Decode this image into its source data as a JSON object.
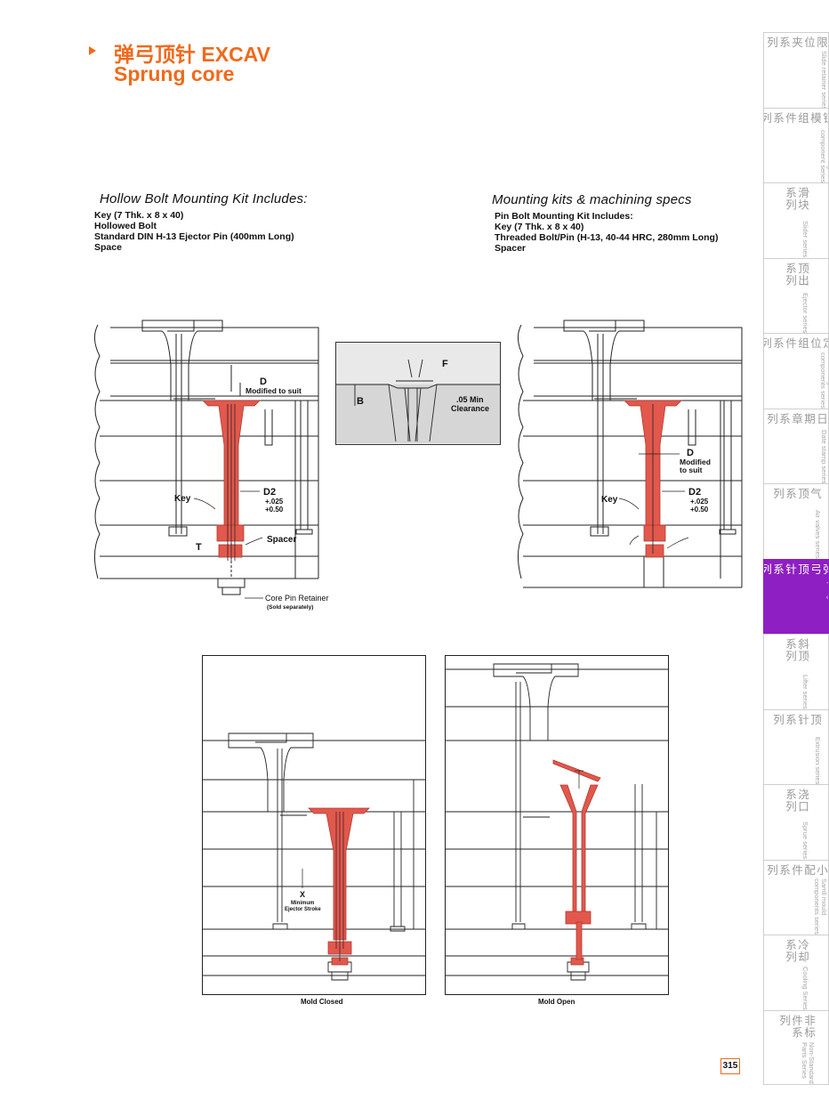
{
  "header": {
    "title_cn": "弹弓顶针 EXCAV",
    "title_en": "Sprung core"
  },
  "kit_left": {
    "heading": "Hollow Bolt Mounting Kit Includes:",
    "items": [
      "Key (7 Thk. x 8 x 40)",
      "Hollowed Bolt",
      "Standard DIN H-13 Ejector Pin (400mm Long)",
      "Space"
    ]
  },
  "kit_right": {
    "heading": "Mounting kits & machining specs",
    "items": [
      "Pin Bolt Mounting Kit Includes:",
      "Key (7 Thk. x 8 x 40)",
      "Threaded Bolt/Pin (H-13, 40-44 HRC, 280mm Long)",
      "Spacer"
    ]
  },
  "fig1_labels": {
    "d": "D",
    "modified": "Modified to suit",
    "key": "Key",
    "d2": "D2",
    "tol1": "+.025",
    "tol2": "+0.50",
    "t": "T",
    "spacer": "Spacer",
    "retainer": "Core Pin Retainer",
    "sold": "(Sold separately)"
  },
  "detail_labels": {
    "f": "F",
    "b": "B",
    "min": ".05 Min",
    "clearance": "Clearance"
  },
  "fig2_labels": {
    "d": "D",
    "modified1": "Modified",
    "modified2": "to suit",
    "key": "Key",
    "d2": "D2",
    "tol1": "+.025",
    "tol2": "+0.50"
  },
  "fig3_labels": {
    "x": "X",
    "minimum": "Minimum",
    "stroke": "Ejector Stroke"
  },
  "captions": {
    "closed": "Mold Closed",
    "open": "Mold Open"
  },
  "page_number": "315",
  "colors": {
    "accent": "#f06a1c",
    "core": "#e2584d",
    "active_tab": "#8e1fc2"
  },
  "sidebar": [
    {
      "zh": "限位夹系列",
      "en": "Slide retainer series",
      "active": false
    },
    {
      "zh": "锁模组件系列",
      "en": "Mode locking\ncomponent series",
      "active": false
    },
    {
      "zh": "滑块系列",
      "en": "Slider series",
      "active": false
    },
    {
      "zh": "顶出系列",
      "en": "Ejector series",
      "active": false
    },
    {
      "zh": "定位组件系列",
      "en": "Positioning\ncomponents series",
      "active": false
    },
    {
      "zh": "日期章系列",
      "en": "Date stamp series",
      "active": false
    },
    {
      "zh": "气顶系列",
      "en": "Air valves series",
      "active": false
    },
    {
      "zh": "弹弓顶针系列",
      "en": "Sprung core series",
      "active": true
    },
    {
      "zh": "斜顶系列",
      "en": "Lifter series",
      "active": false
    },
    {
      "zh": "顶针系列",
      "en": "Extrusion series",
      "active": false
    },
    {
      "zh": "浇口系列",
      "en": "Sprue series",
      "active": false
    },
    {
      "zh": "小配件系列",
      "en": "Samll mould\ncomponents series",
      "active": false
    },
    {
      "zh": "冷却系列",
      "en": "Cooling Series",
      "active": false
    },
    {
      "zh": "非标件系列",
      "en": "Non-Standard\nParts Series",
      "active": false
    }
  ]
}
